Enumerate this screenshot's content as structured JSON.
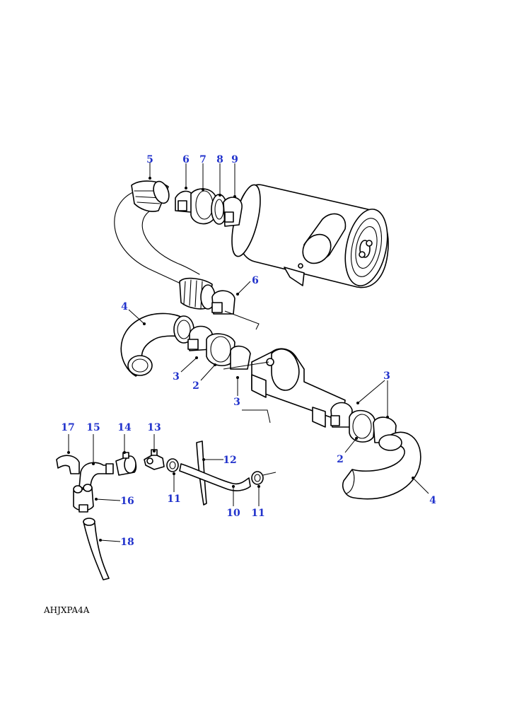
{
  "drawing_code": "AHJXPA4A",
  "callouts": [
    {
      "id": "c5a",
      "label": "5"
    },
    {
      "id": "c6a",
      "label": "6"
    },
    {
      "id": "c7",
      "label": "7"
    },
    {
      "id": "c8",
      "label": "8"
    },
    {
      "id": "c9",
      "label": "9"
    },
    {
      "id": "c6b",
      "label": "6"
    },
    {
      "id": "c4a",
      "label": "4"
    },
    {
      "id": "c3a",
      "label": "3"
    },
    {
      "id": "c2a",
      "label": "2"
    },
    {
      "id": "c3b",
      "label": "3"
    },
    {
      "id": "c3c",
      "label": "3"
    },
    {
      "id": "c2b",
      "label": "2"
    },
    {
      "id": "c4b",
      "label": "4"
    },
    {
      "id": "c17",
      "label": "17"
    },
    {
      "id": "c15",
      "label": "15"
    },
    {
      "id": "c14",
      "label": "14"
    },
    {
      "id": "c13",
      "label": "13"
    },
    {
      "id": "c12",
      "label": "12"
    },
    {
      "id": "c11a",
      "label": "11"
    },
    {
      "id": "c10",
      "label": "10"
    },
    {
      "id": "c11b",
      "label": "11"
    },
    {
      "id": "c16",
      "label": "16"
    },
    {
      "id": "c18",
      "label": "18"
    }
  ]
}
